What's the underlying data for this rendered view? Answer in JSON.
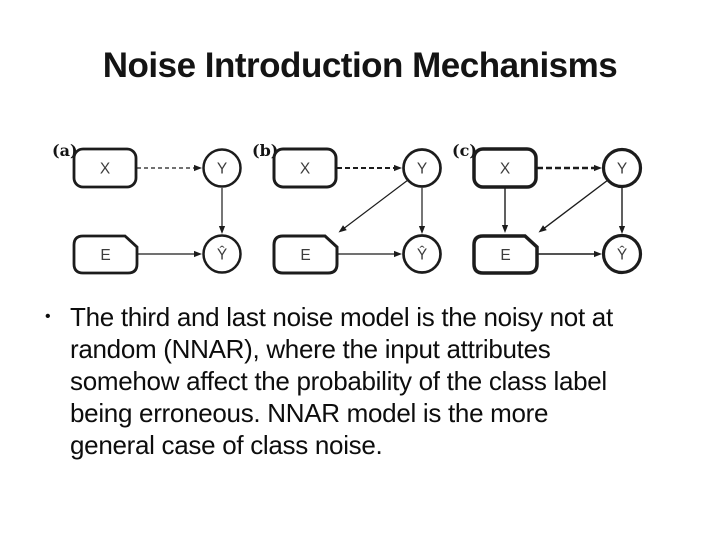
{
  "slide": {
    "title": "Noise Introduction Mechanisms",
    "bullet": {
      "marker": "•",
      "lines": [
        "The third and last noise model is the noisy not at",
        "random (NNAR), where the input attributes",
        "somehow affect the probability of the class label",
        "being erroneous. NNAR model is the more",
        "general case of class noise."
      ]
    }
  },
  "figure": {
    "nodes": [
      {
        "id": "X",
        "label": "X",
        "shape": "rounded-rect"
      },
      {
        "id": "Y",
        "label": "Y",
        "shape": "circle"
      },
      {
        "id": "E",
        "label": "E",
        "shape": "rounded-rect"
      },
      {
        "id": "Yhat",
        "label": "Ŷ",
        "shape": "circle"
      }
    ],
    "diagrams": [
      {
        "id": "a",
        "label": "(a)",
        "border_width": 2.8,
        "edges": [
          {
            "from": "X",
            "to": "Y",
            "dashed": true,
            "width": 1.2
          },
          {
            "from": "Y",
            "to": "Yhat",
            "dashed": false,
            "width": 1.2
          },
          {
            "from": "E",
            "to": "Yhat",
            "dashed": false,
            "width": 1.2
          }
        ]
      },
      {
        "id": "b",
        "label": "(b)",
        "border_width": 3.0,
        "edges": [
          {
            "from": "X",
            "to": "Y",
            "dashed": true,
            "width": 2.0
          },
          {
            "from": "Y",
            "to": "Yhat",
            "dashed": false,
            "width": 1.2
          },
          {
            "from": "Y",
            "to": "E",
            "dashed": false,
            "width": 1.2
          },
          {
            "from": "E",
            "to": "Yhat",
            "dashed": false,
            "width": 1.2
          }
        ]
      },
      {
        "id": "c",
        "label": "(c)",
        "border_width": 3.5,
        "edges": [
          {
            "from": "X",
            "to": "Y",
            "dashed": true,
            "width": 2.6
          },
          {
            "from": "X",
            "to": "E",
            "dashed": false,
            "width": 1.4
          },
          {
            "from": "Y",
            "to": "Yhat",
            "dashed": false,
            "width": 1.4
          },
          {
            "from": "Y",
            "to": "E",
            "dashed": false,
            "width": 1.4
          },
          {
            "from": "E",
            "to": "Yhat",
            "dashed": false,
            "width": 1.4
          }
        ]
      }
    ]
  },
  "colors": {
    "background": "#ffffff",
    "title_text": "#141414",
    "body_text": "#0d0d0d",
    "diagram_stroke": "#1c1c1c",
    "node_fill": "#ffffff",
    "node_label": "#3d3d3d"
  }
}
